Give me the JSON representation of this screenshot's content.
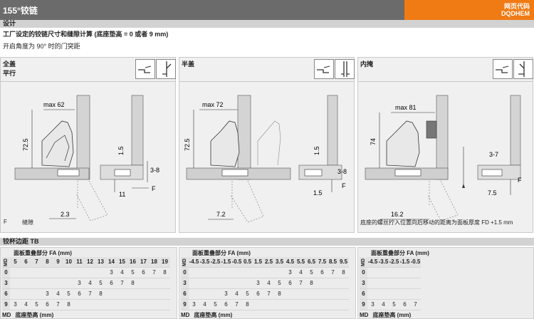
{
  "header": {
    "title": "155°铰链",
    "badge_line1": "网页代码",
    "badge_line2": "DQDHEM"
  },
  "design": {
    "section_label": "设计",
    "heading": "工厂设定的铰链尺寸和缝隙计算 (底座垫高 = 0 或者 9 mm)",
    "subtext": "开启角度为 90° 时的门突距"
  },
  "panels": [
    {
      "title": "全盖",
      "subtitle": "平行",
      "icons": [
        "full-overlay-door-icon",
        "full-overlay-hinge-icon"
      ],
      "dims": {
        "max": "max 62",
        "height": "72.5",
        "v1": "1.5",
        "v2": "3-8",
        "b1": "11",
        "F": "F",
        "b2": "2.3"
      },
      "footnote_F": "F",
      "footnote_text": "缝隙"
    },
    {
      "title": "半盖",
      "subtitle": "",
      "icons": [
        "half-overlay-door-icon",
        "half-overlay-hinge-icon"
      ],
      "dims": {
        "max": "max 72",
        "height": "72.5",
        "v1": "1.5",
        "v2": "3-8",
        "b1": "1.5",
        "F": "F",
        "b2": "7.2"
      }
    },
    {
      "title": "内掩",
      "subtitle": "",
      "icons": [
        "inset-door-icon",
        "inset-hinge-icon"
      ],
      "dims": {
        "max": "max 81",
        "height": "74",
        "v1": "3-7",
        "F": "F",
        "b1": "7.5",
        "b2": "16.2"
      },
      "footnote_text": "底座的螺丝拧入位置向后移动的距离为面板厚度 FD +1.5 mm"
    }
  ],
  "tb_section": {
    "label": "铰杯边距 TB"
  },
  "tables": [
    {
      "caption": "面板重叠部分 FA (mm)",
      "md_label": "MD",
      "cols": [
        "5",
        "6",
        "7",
        "8",
        "9",
        "10",
        "11",
        "12",
        "13",
        "14",
        "15",
        "16",
        "17",
        "18",
        "19"
      ],
      "rows": [
        {
          "md": "0",
          "cells": [
            "",
            "",
            "",
            "",
            "",
            "",
            "",
            "",
            "",
            "3",
            "4",
            "5",
            "6",
            "7",
            "8"
          ]
        },
        {
          "md": "3",
          "cells": [
            "",
            "",
            "",
            "",
            "",
            "",
            "3",
            "4",
            "5",
            "6",
            "7",
            "8",
            "",
            "",
            ""
          ]
        },
        {
          "md": "6",
          "cells": [
            "",
            "",
            "",
            "3",
            "4",
            "5",
            "6",
            "7",
            "8",
            "",
            "",
            "",
            "",
            "",
            ""
          ]
        },
        {
          "md": "9",
          "cells": [
            "3",
            "4",
            "5",
            "6",
            "7",
            "8",
            "",
            "",
            "",
            "",
            "",
            "",
            "",
            "",
            ""
          ]
        }
      ],
      "footer": [
        "MD",
        "底座垫高 (mm)"
      ]
    },
    {
      "caption": "面板重叠部分 FA (mm)",
      "md_label": "MD",
      "cols": [
        "-4.5",
        "-3.5",
        "-2.5",
        "-1.5",
        "-0.5",
        "0.5",
        "1.5",
        "2.5",
        "3.5",
        "4.5",
        "5.5",
        "6.5",
        "7.5",
        "8.5",
        "9.5"
      ],
      "rows": [
        {
          "md": "0",
          "cells": [
            "",
            "",
            "",
            "",
            "",
            "",
            "",
            "",
            "",
            "3",
            "4",
            "5",
            "6",
            "7",
            "8"
          ]
        },
        {
          "md": "3",
          "cells": [
            "",
            "",
            "",
            "",
            "",
            "",
            "3",
            "4",
            "5",
            "6",
            "7",
            "8",
            "",
            "",
            ""
          ]
        },
        {
          "md": "6",
          "cells": [
            "",
            "",
            "",
            "3",
            "4",
            "5",
            "6",
            "7",
            "8",
            "",
            "",
            "",
            "",
            "",
            ""
          ]
        },
        {
          "md": "9",
          "cells": [
            "3",
            "4",
            "5",
            "6",
            "7",
            "8",
            "",
            "",
            "",
            "",
            "",
            "",
            "",
            "",
            ""
          ]
        }
      ],
      "footer": [
        "MD",
        "底座垫高 (mm)"
      ]
    },
    {
      "caption": "面板重叠部分 FA (mm)",
      "md_label": "MD",
      "cols": [
        "-4.5",
        "-3.5",
        "-2.5",
        "-1.5",
        "-0.5"
      ],
      "rows": [
        {
          "md": "0",
          "cells": [
            "",
            "",
            "",
            "",
            ""
          ]
        },
        {
          "md": "3",
          "cells": [
            "",
            "",
            "",
            "",
            ""
          ]
        },
        {
          "md": "6",
          "cells": [
            "",
            "",
            "",
            "",
            ""
          ]
        },
        {
          "md": "9",
          "cells": [
            "3",
            "4",
            "5",
            "6",
            "7"
          ]
        }
      ],
      "footer": [
        "MD",
        "底座垫高 (mm)"
      ]
    }
  ]
}
